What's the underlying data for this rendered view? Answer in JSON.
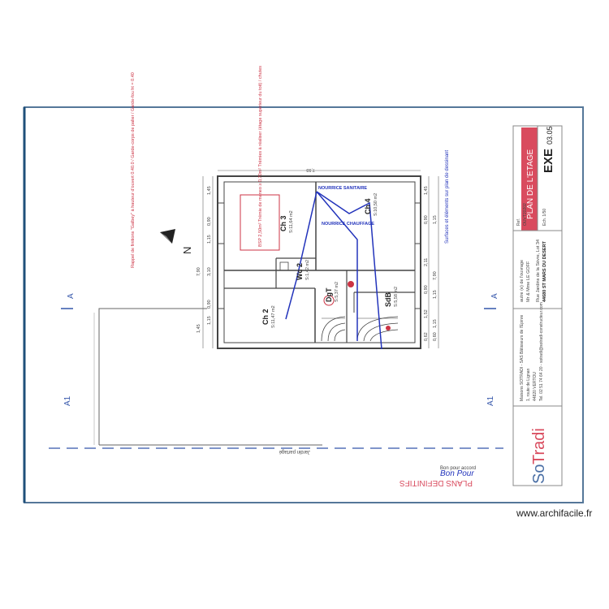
{
  "company": {
    "logo_so": "So",
    "logo_tradi": "Tradi",
    "name_line": "Maisons SOTRADI - SAS Bâtisseurs de l'Epinre",
    "address_1": "1, route de Lignan",
    "address_2": "44820 VERTOU",
    "contact": "Tel. 02 51 74 64 20 - sotradi@sotradi-constructeur.com"
  },
  "project": {
    "client_label": "autre (e) de l'ouvrage",
    "client_name": "Mr & Mme LE GOFF",
    "site_address": "Rue Jardins de la Sèvre, Lot 34",
    "site_city": "44680 ST MARS DU DESERT",
    "ref_label": "Ref.",
    "ref_value": "OUVT20202",
    "scale": "Ech. 1/50",
    "stage": "EXE",
    "date": "03.05",
    "sheet_title": "PLAN DE L'ETAGE"
  },
  "notes": {
    "roof_note": "Rappel de finitions \"Galbey\" à hauteur d'ouvert 0.40.0 / Garde-corps de palier / Garde-fou ht = 0.40",
    "north": "N",
    "bsp_box": "BSP 2,50m² Trémie de maneo ≥ 0,70m² Trémies à réaliser (étage supérieur du toit) / chutes",
    "dims_note": "Surfaces et éléments sur plan de dessinant",
    "def_plans": "PLANS DEFINITIFS",
    "stamp": "Bon pour accord",
    "handwritten": "Bon Pour",
    "perimeter_label": "Jardin partagé"
  },
  "section_marks": {
    "a_top_left": "A",
    "a_top_right": "A",
    "a1_left": "A1",
    "a1_right": "A1"
  },
  "rooms": [
    {
      "name": "Ch 3",
      "area": "S:11,64 m2"
    },
    {
      "name": "Ch 4",
      "area": "S:10,50 m2"
    },
    {
      "name": "Wc 2",
      "area": "S:1,42 m2"
    },
    {
      "name": "DgT",
      "area": "S:5,37 m2"
    },
    {
      "name": "SdB",
      "area": "S:5,58 m2"
    },
    {
      "name": "Ch 2",
      "area": "S:11,47 m2"
    }
  ],
  "labels": {
    "nourrice_sanitaire": "NOURRICE SANITAIRE",
    "nourrice_chauffage": "NOURRICE CHAUFFAGE"
  },
  "dimensions": {
    "top_total": "7,93",
    "left": [
      "1,45",
      "0,90",
      "1,15",
      "3,10",
      "7,90",
      "0,90",
      "1,15",
      "1,45"
    ],
    "right": [
      "1,45",
      "0,90",
      "1,15",
      "2,11",
      "7,90",
      "0,90",
      "1,15",
      "1,52",
      "0,62",
      "0,60",
      "1,15"
    ]
  },
  "watermark": "www.archifacile.fr",
  "colors": {
    "plan_line": "#444444",
    "pipe": "#2233bb",
    "red_text": "#cc3344",
    "frame": "#557799"
  }
}
